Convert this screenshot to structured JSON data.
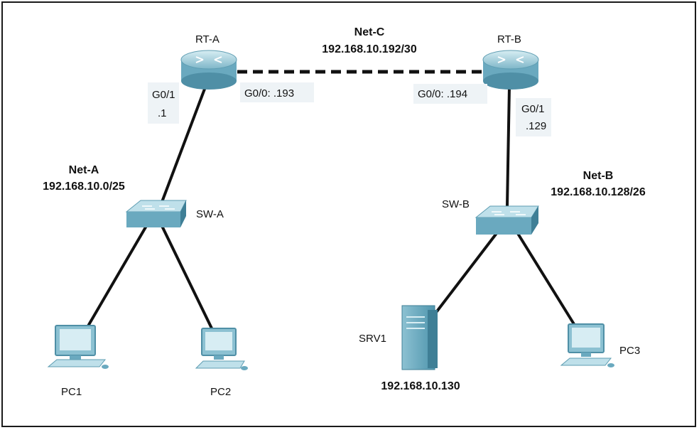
{
  "routers": {
    "rt_a": {
      "name": "RT-A",
      "g01_label": "G0/1",
      "g01_ip": ".1",
      "g00_label": "G0/0: .193"
    },
    "rt_b": {
      "name": "RT-B",
      "g01_label": "G0/1",
      "g01_ip": ".129",
      "g00_label": "G0/0: .194"
    }
  },
  "switches": {
    "sw_a": "SW-A",
    "sw_b": "SW-B"
  },
  "networks": {
    "net_a": {
      "name": "Net-A",
      "subnet": "192.168.10.0/25"
    },
    "net_b": {
      "name": "Net-B",
      "subnet": "192.168.10.128/26"
    },
    "net_c": {
      "name": "Net-C",
      "subnet": "192.168.10.192/30"
    }
  },
  "hosts": {
    "pc1": "PC1",
    "pc2": "PC2",
    "pc3": "PC3",
    "srv1": {
      "name": "SRV1",
      "ip": "192.168.10.130"
    }
  },
  "colors": {
    "device_body": "#6aa9bf",
    "device_top": "#bfe0ea",
    "device_dark": "#3f7f96",
    "label_bg": "#eef3f6",
    "link": "#111111"
  }
}
